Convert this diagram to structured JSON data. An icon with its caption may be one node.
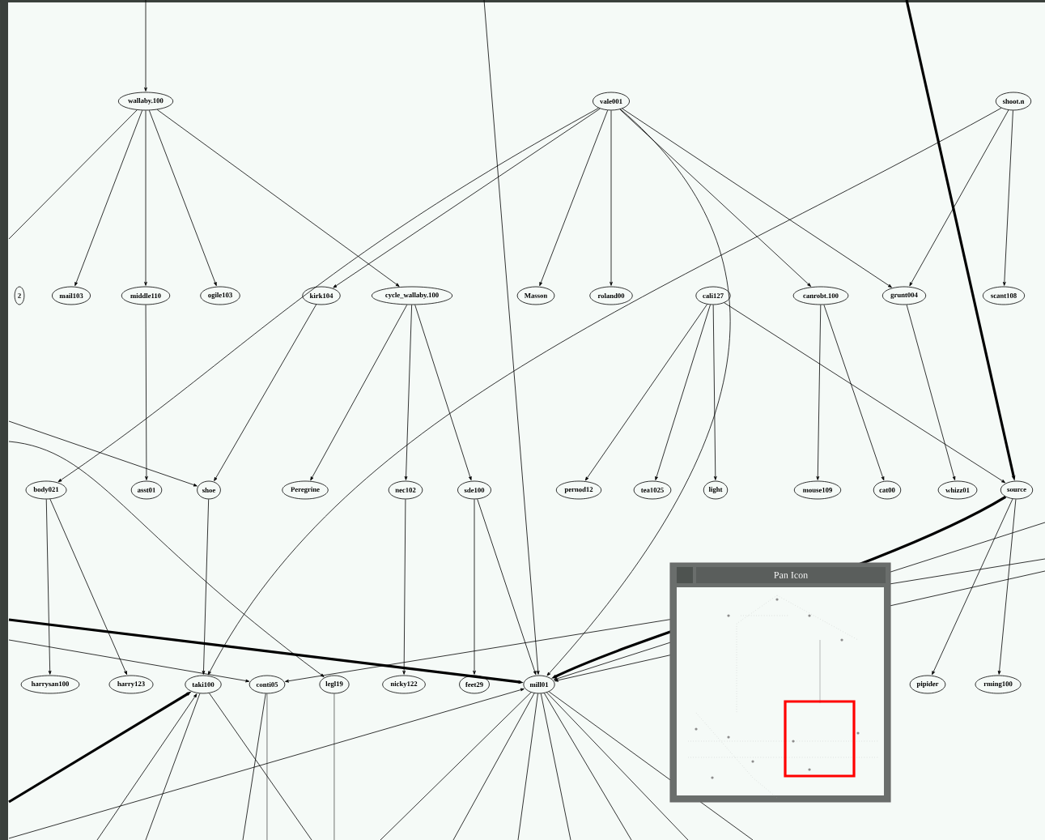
{
  "diagram": {
    "nodes": [
      {
        "text": [
          "wallaby.100"
        ]
      },
      {
        "text": [
          "vale001"
        ]
      },
      {
        "text": [
          "shoot.n"
        ]
      },
      {
        "text": [
          "2"
        ]
      },
      {
        "text": [
          "mail103"
        ]
      },
      {
        "text": [
          "middle110"
        ]
      },
      {
        "text": [
          "ogile103"
        ]
      },
      {
        "text": [
          "kirk104"
        ]
      },
      {
        "text": [
          "cycle_wallaby.100"
        ]
      },
      {
        "text": [
          "Masson"
        ]
      },
      {
        "text": [
          "roland00"
        ]
      },
      {
        "text": [
          "cali127"
        ]
      },
      {
        "text": [
          "canrobt.100"
        ]
      },
      {
        "text": [
          "grunt004"
        ]
      },
      {
        "text": [
          "scant108"
        ]
      },
      {
        "text": [
          "body021"
        ]
      },
      {
        "text": [
          "asst01"
        ]
      },
      {
        "text": [
          "shoe"
        ]
      },
      {
        "text": [
          "Peregrine"
        ]
      },
      {
        "text": [
          "nec102"
        ]
      },
      {
        "text": [
          "sde100"
        ]
      },
      {
        "text": [
          "pernod12"
        ]
      },
      {
        "text": [
          "tea1025"
        ]
      },
      {
        "text": [
          "light"
        ]
      },
      {
        "text": [
          "mouse109"
        ]
      },
      {
        "text": [
          "cat00"
        ]
      },
      {
        "text": [
          "whizz01"
        ]
      },
      {
        "text": [
          "source"
        ]
      },
      {
        "text": [
          "harrysan100"
        ]
      },
      {
        "text": [
          "harry123"
        ]
      },
      {
        "text": [
          "taki100"
        ]
      },
      {
        "text": [
          "conti05"
        ]
      },
      {
        "text": [
          "legl19"
        ]
      },
      {
        "text": [
          "nicky122"
        ]
      },
      {
        "text": [
          "feet29"
        ]
      },
      {
        "text": [
          "mill01"
        ]
      },
      {
        "text": [
          "pipider"
        ]
      },
      {
        "text": [
          "rming100"
        ]
      }
    ],
    "edges": [
      {
        "from": null,
        "to": 0,
        "arrow": "to"
      },
      {
        "from": 0,
        "to": null,
        "arrow": "none"
      },
      {
        "from": 0,
        "to": 4,
        "arrow": "to"
      },
      {
        "from": 0,
        "to": 5,
        "arrow": "to"
      },
      {
        "from": 0,
        "to": 6,
        "arrow": "to"
      },
      {
        "from": 0,
        "to": 8,
        "arrow": "to"
      },
      {
        "from": 1,
        "to": 7,
        "arrow": "to"
      },
      {
        "from": 1,
        "to": 15,
        "arrow": "to"
      },
      {
        "from": 1,
        "to": 9,
        "arrow": "to"
      },
      {
        "from": 1,
        "to": 10,
        "arrow": "to"
      },
      {
        "from": 1,
        "to": 12,
        "arrow": "to"
      },
      {
        "from": 1,
        "to": 13,
        "arrow": "to"
      },
      {
        "from": 1,
        "to": 35,
        "arrow": "to"
      },
      {
        "from": 2,
        "to": 13,
        "arrow": "to"
      },
      {
        "from": 2,
        "to": 14,
        "arrow": "to"
      },
      {
        "from": 2,
        "to": 30,
        "arrow": "to"
      },
      {
        "from": null,
        "to": 27,
        "arrow": "to",
        "style": "thick"
      },
      {
        "from": null,
        "to": 35,
        "arrow": "to"
      },
      {
        "from": 5,
        "to": 16,
        "arrow": "to"
      },
      {
        "from": 7,
        "to": 17,
        "arrow": "to"
      },
      {
        "from": 8,
        "to": 18,
        "arrow": "to"
      },
      {
        "from": 8,
        "to": 19,
        "arrow": "to"
      },
      {
        "from": 8,
        "to": 20,
        "arrow": "to"
      },
      {
        "from": 11,
        "to": 21,
        "arrow": "to"
      },
      {
        "from": 11,
        "to": 22,
        "arrow": "to"
      },
      {
        "from": 11,
        "to": 23,
        "arrow": "to"
      },
      {
        "from": 11,
        "to": 27,
        "arrow": "to"
      },
      {
        "from": 12,
        "to": 24,
        "arrow": "to"
      },
      {
        "from": 12,
        "to": 25,
        "arrow": "to"
      },
      {
        "from": 13,
        "to": 26,
        "arrow": "to"
      },
      {
        "from": null,
        "to": 17,
        "arrow": "to"
      },
      {
        "from": null,
        "to": 32,
        "arrow": "to"
      },
      {
        "from": 15,
        "to": 28,
        "arrow": "to"
      },
      {
        "from": 15,
        "to": 29,
        "arrow": "to"
      },
      {
        "from": 17,
        "to": 30,
        "arrow": "to"
      },
      {
        "from": 19,
        "to": 33,
        "arrow": "to"
      },
      {
        "from": 20,
        "to": 34,
        "arrow": "to"
      },
      {
        "from": 20,
        "to": 35,
        "arrow": "to"
      },
      {
        "from": null,
        "to": 35,
        "arrow": "to",
        "style": "thick"
      },
      {
        "from": null,
        "to": 31,
        "arrow": "to"
      },
      {
        "from": null,
        "to": 31,
        "arrow": "to"
      },
      {
        "from": 27,
        "to": 35,
        "arrow": "to",
        "style": "thick"
      },
      {
        "from": null,
        "to": 35,
        "arrow": "to"
      },
      {
        "from": null,
        "to": 35,
        "arrow": "to"
      },
      {
        "from": 27,
        "to": 36,
        "arrow": "to"
      },
      {
        "from": 27,
        "to": 37,
        "arrow": "to"
      },
      {
        "from": null,
        "to": 30,
        "arrow": "to",
        "style": "thick"
      },
      {
        "from": null,
        "to": 35,
        "arrow": "to"
      },
      {
        "from": 30,
        "to": null,
        "arrow": "none"
      },
      {
        "from": 30,
        "to": null,
        "arrow": "none"
      },
      {
        "from": 31,
        "to": null,
        "arrow": "none"
      },
      {
        "from": 31,
        "to": null,
        "arrow": "none"
      },
      {
        "from": 32,
        "to": null,
        "arrow": "none"
      },
      {
        "from": 35,
        "to": null,
        "arrow": "none"
      },
      {
        "from": 35,
        "to": null,
        "arrow": "none"
      },
      {
        "from": 35,
        "to": null,
        "arrow": "none"
      },
      {
        "from": 35,
        "to": null,
        "arrow": "none"
      },
      {
        "from": 35,
        "to": null,
        "arrow": "none"
      },
      {
        "from": 35,
        "to": null,
        "arrow": "none"
      },
      {
        "from": 35,
        "to": null,
        "arrow": "none"
      },
      {
        "from": null,
        "to": 30,
        "arrow": "to"
      }
    ],
    "labels": [
      "Pan Icon"
    ]
  }
}
